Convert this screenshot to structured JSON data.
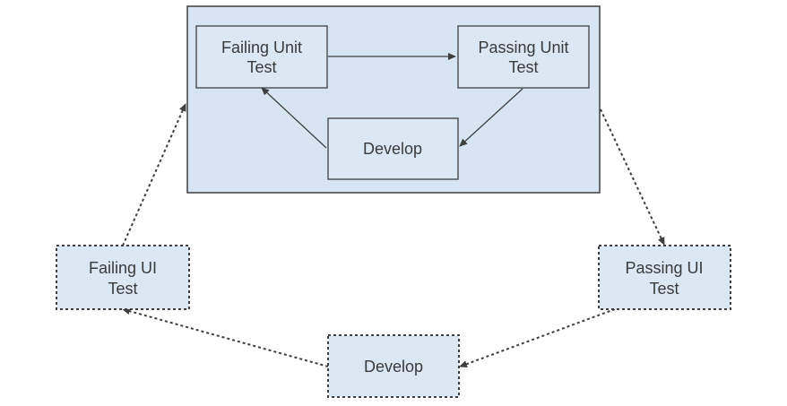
{
  "colors": {
    "box_fill": "#dbe8f4",
    "outer_fill": "#d7e5f3",
    "stroke": "#3e3e3e",
    "text": "#3a3a3a",
    "background": "#ffffff"
  },
  "inner_cycle": {
    "failing_unit_test": {
      "line1": "Failing Unit",
      "line2": "Test"
    },
    "passing_unit_test": {
      "line1": "Passing Unit",
      "line2": "Test"
    },
    "develop": {
      "label": "Develop"
    }
  },
  "outer_cycle": {
    "failing_ui_test": {
      "line1": "Failing UI",
      "line2": "Test"
    },
    "passing_ui_test": {
      "line1": "Passing UI",
      "line2": "Test"
    },
    "develop": {
      "label": "Develop"
    }
  }
}
